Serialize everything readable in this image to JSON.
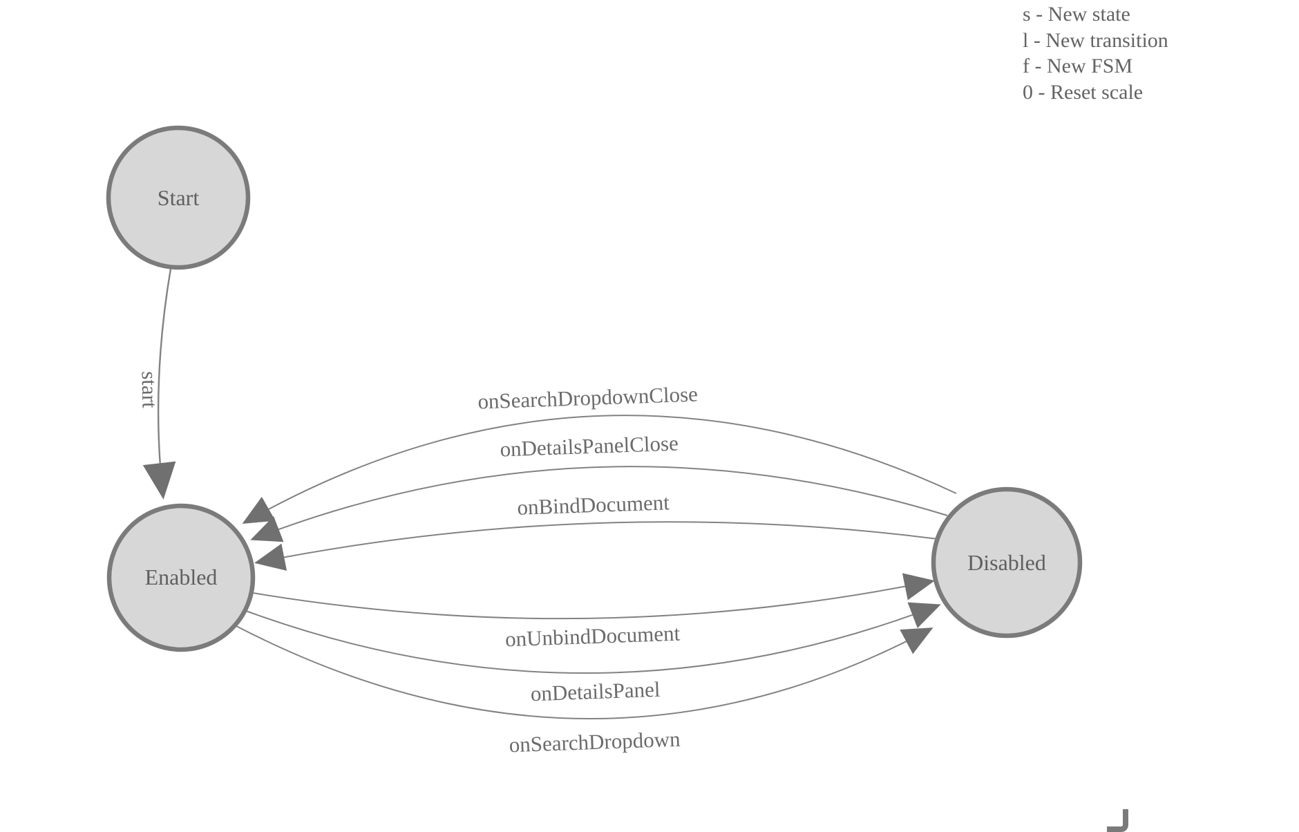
{
  "help": {
    "line1": "s - New state",
    "line2": "l - New transition",
    "line3": "f - New FSM",
    "line4": "0 - Reset scale"
  },
  "states": {
    "start": {
      "label": "Start"
    },
    "enabled": {
      "label": "Enabled"
    },
    "disabled": {
      "label": "Disabled"
    }
  },
  "transitions": [
    {
      "label": "start",
      "from": "Start",
      "to": "Enabled"
    },
    {
      "label": "onSearchDropdownClose",
      "from": "Disabled",
      "to": "Enabled"
    },
    {
      "label": "onDetailsPanelClose",
      "from": "Disabled",
      "to": "Enabled"
    },
    {
      "label": "onBindDocument",
      "from": "Disabled",
      "to": "Enabled"
    },
    {
      "label": "onUnbindDocument",
      "from": "Enabled",
      "to": "Disabled"
    },
    {
      "label": "onDetailsPanel",
      "from": "Enabled",
      "to": "Disabled"
    },
    {
      "label": "onSearchDropdown",
      "from": "Enabled",
      "to": "Disabled"
    }
  ],
  "colors": {
    "node_fill": "#d7d7d7",
    "node_stroke": "#7b7b7b",
    "edge_stroke": "#828282",
    "arrow_fill": "#707070",
    "text": "#636363",
    "background": "#ffffff"
  }
}
